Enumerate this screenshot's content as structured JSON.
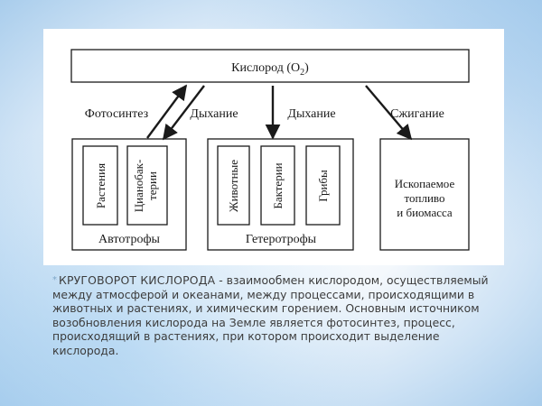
{
  "diagram": {
    "oxygen_label": "Кислород (O",
    "oxygen_subscript": "2",
    "oxygen_suffix": ")",
    "arrows": {
      "photosynthesis": "Фотосинтез",
      "respiration_left": "Дыхание",
      "respiration_right": "Дыхание",
      "combustion": "Сжигание"
    },
    "groups": {
      "autotrophs": {
        "label": "Автотрофы",
        "members": [
          "Растения",
          "Цианобак-",
          "терии"
        ]
      },
      "heterotrophs": {
        "label": "Гетеротрофы",
        "members": [
          "Животные",
          "Бактерии",
          "Грибы"
        ]
      },
      "fuel": {
        "lines": [
          "Ископаемое",
          "топливо",
          "и биомасса"
        ]
      }
    }
  },
  "caption": {
    "bullet": "*",
    "term": "КРУГОВОРОТ КИСЛОРОДА",
    "text": " - взаимообмен кислородом, осуществляемый между атмосферой и океанами, между процессами, происходящими в животных и растениях, и химическим горением. Основным источником возобновления кислорода на Земле является фотосинтез, процесс, происходящий в растениях, при котором происходит выделение кислорода."
  },
  "colors": {
    "ink": "#1a1a1a",
    "caption_text": "#3c3c3c",
    "bullet": "#7fa6c8"
  }
}
